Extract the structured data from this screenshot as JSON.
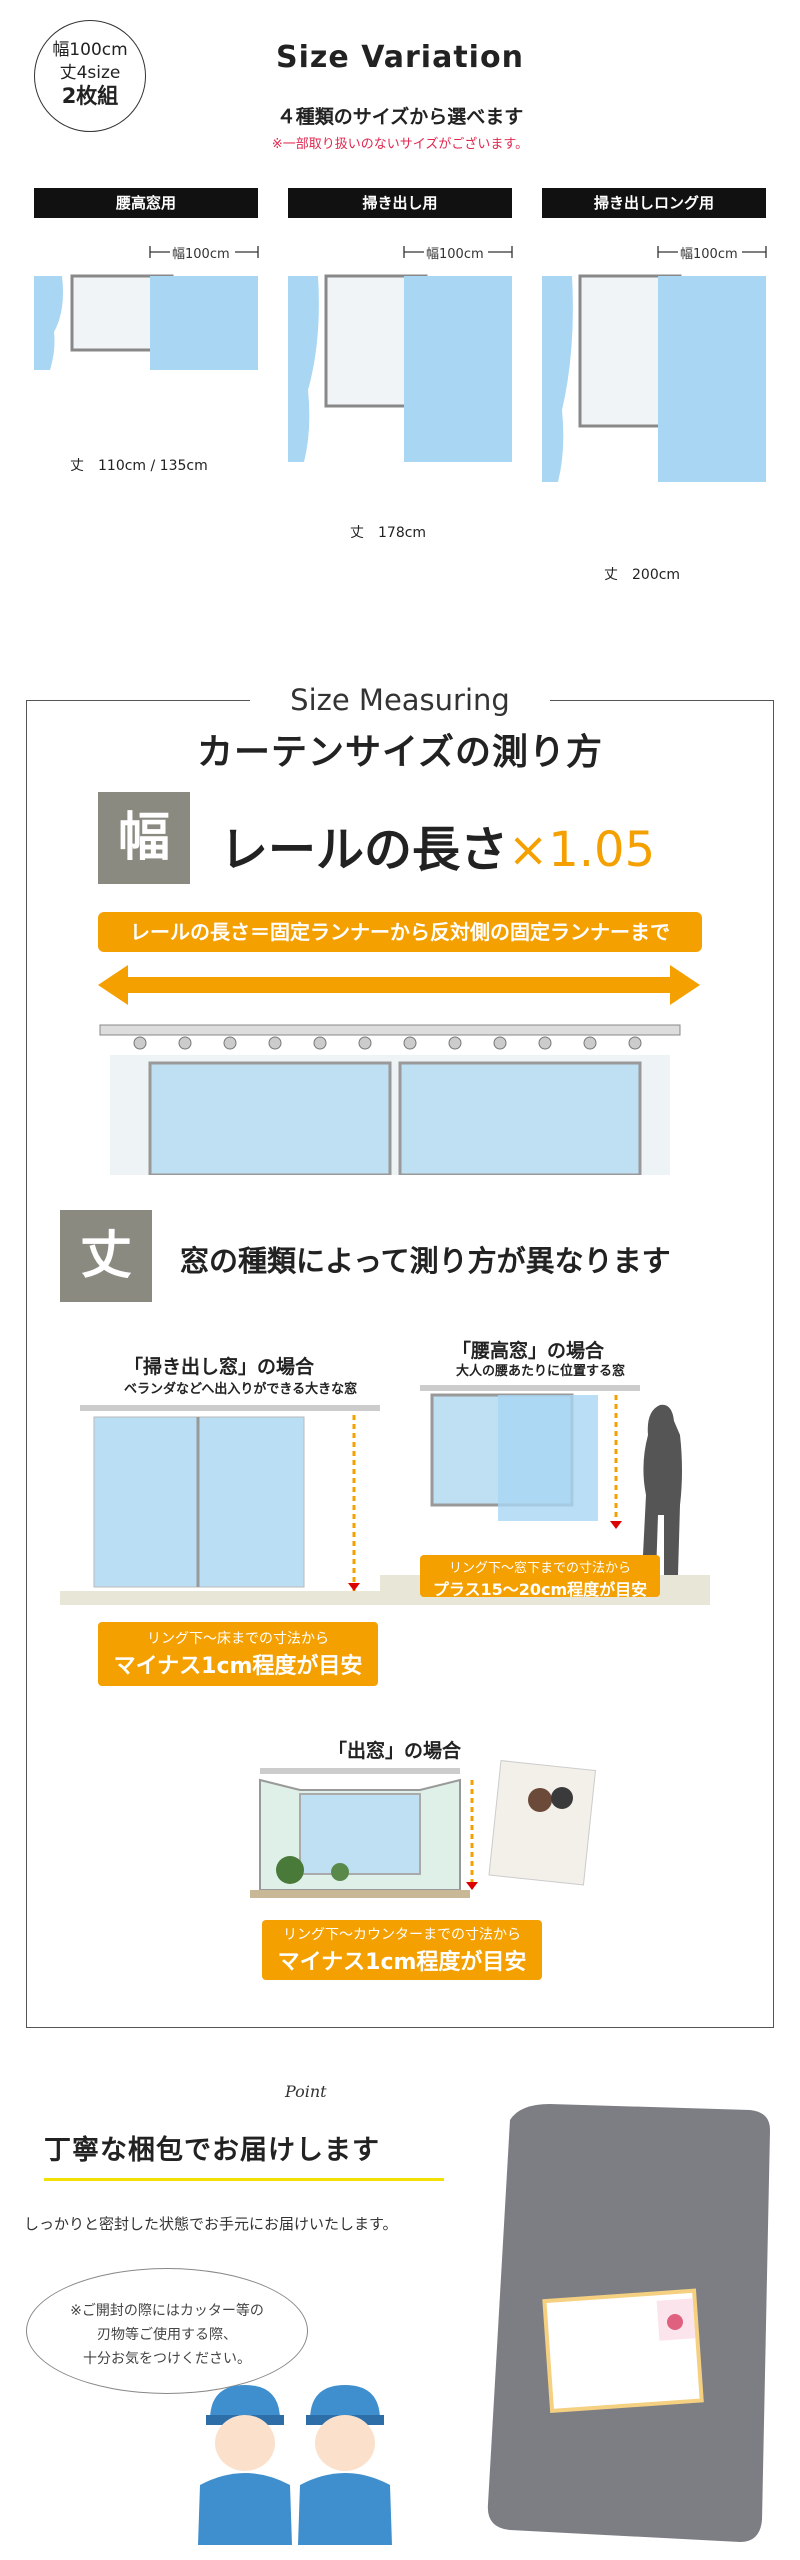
{
  "badge": {
    "line1": "幅100cm",
    "line2": "丈4size",
    "line3": "2枚組"
  },
  "size_variation": {
    "title": "Size Variation",
    "subtitle": "４種類のサイズから選べます",
    "note": "※一部取り扱いのないサイズがございます。",
    "items": [
      {
        "label": "腰高窓用",
        "width": "幅100cm",
        "length": "丈　110cm / 135cm"
      },
      {
        "label": "掃き出し用",
        "width": "幅100cm",
        "length": "丈　178cm"
      },
      {
        "label": "掃き出しロング用",
        "width": "幅100cm",
        "length": "丈　200cm"
      }
    ]
  },
  "measuring": {
    "label": "Size Measuring",
    "title": "カーテンサイズの測り方",
    "width_kanji": "幅",
    "width_formula": "レールの長さ",
    "width_multiplier": "×1.05",
    "rail_banner": "レールの長さ＝固定ランナーから反対側の固定ランナーまで",
    "height_kanji": "丈",
    "height_text": "窓の種類によって測り方が異なります",
    "cases": {
      "hakidashi": {
        "title": "「掃き出し窓」の場合",
        "sub": "ベランダなどへ出入りができる大きな窓",
        "box_line1": "リング下～床までの寸法から",
        "box_line2": "マイナス1cm程度が目安"
      },
      "koshidaka": {
        "title": "「腰高窓」の場合",
        "sub": "大人の腰あたりに位置する窓",
        "box_line1": "リング下～窓下までの寸法から",
        "box_line2": "プラス15～20cm程度が目安"
      },
      "demado": {
        "title": "「出窓」の場合",
        "box_line1": "リング下～カウンターまでの寸法から",
        "box_line2": "マイナス1cm程度が目安"
      }
    }
  },
  "packing": {
    "point": "Point",
    "title": "丁寧な梱包でお届けします",
    "text": "しっかりと密封した状態でお手元にお届けいたします。",
    "bubble_line1": "※ご開封の際にはカッター等の",
    "bubble_line2": "刃物等ご使用する際、",
    "bubble_line3": "十分お気をつけください。"
  },
  "colors": {
    "accent": "#f4a000",
    "curtain": "#a9d6f2",
    "dark": "#111111"
  }
}
